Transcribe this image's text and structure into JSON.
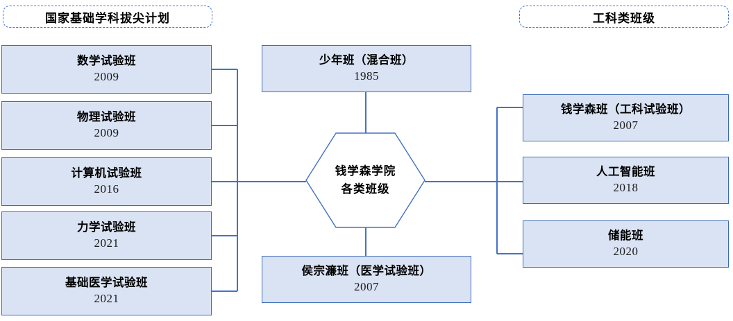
{
  "diagram": {
    "title_left": "国家基础学科拔尖计划",
    "title_right": "工科类班级",
    "hub": {
      "line1": "钱学森学院",
      "line2": "各类班级"
    },
    "left_nodes": [
      {
        "name": "数学试验班",
        "year": "2009"
      },
      {
        "name": "物理试验班",
        "year": "2009"
      },
      {
        "name": "计算机试验班",
        "year": "2016"
      },
      {
        "name": "力学试验班",
        "year": "2021"
      },
      {
        "name": "基础医学试验班",
        "year": "2021"
      }
    ],
    "center_nodes": [
      {
        "name": "少年班（混合班）",
        "year": "1985"
      },
      {
        "name": "侯宗濂班（医学试验班）",
        "year": "2007"
      }
    ],
    "right_nodes": [
      {
        "name": "钱学森班（工科试验班）",
        "year": "2007"
      },
      {
        "name": "人工智能班",
        "year": "2018"
      },
      {
        "name": "储能班",
        "year": "2020"
      }
    ],
    "colors": {
      "box_fill": "#dae3f3",
      "box_border": "#3c6bb5",
      "connector": "#4472c4",
      "capsule_border": "#4472c4",
      "text": "#000000",
      "background": "#ffffff"
    }
  }
}
